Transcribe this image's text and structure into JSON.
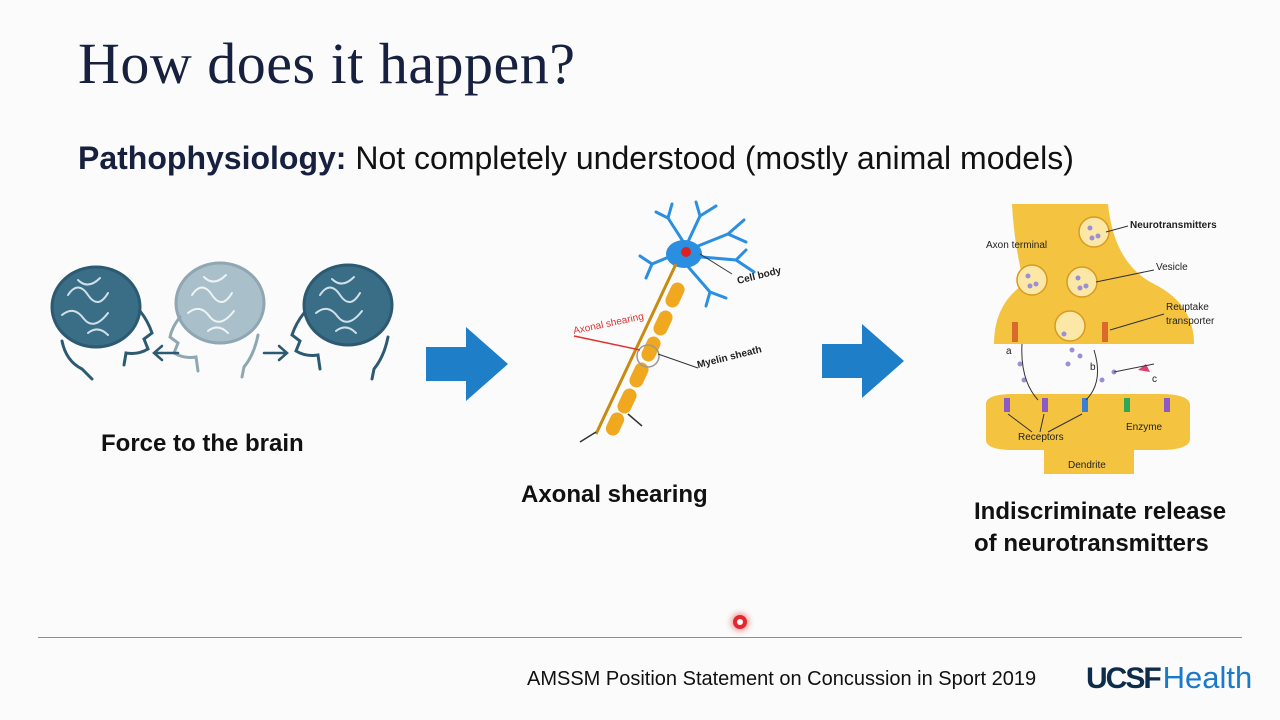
{
  "slide": {
    "title": "How does it happen?",
    "subtitle_bold": "Pathophysiology:",
    "subtitle_rest": " Not completely understood (mostly animal models)"
  },
  "stages": [
    {
      "caption": "Force to the brain"
    },
    {
      "caption": "Axonal shearing"
    },
    {
      "caption_line1": "Indiscriminate release",
      "caption_line2": "of neurotransmitters"
    }
  ],
  "neuron_labels": {
    "cell_body": "Cell body",
    "axonal_shearing": "Axonal shearing",
    "myelin_sheath": "Myelin sheath"
  },
  "synapse_labels": {
    "neurotransmitters": "Neurotransmitters",
    "axon_terminal": "Axon terminal",
    "vesicle": "Vesicle",
    "reuptake": "Reuptake",
    "transporter": "transporter",
    "a": "a",
    "b": "b",
    "c": "c",
    "receptors": "Receptors",
    "enzyme": "Enzyme",
    "dendrite": "Dendrite"
  },
  "footer": {
    "citation": "AMSSM Position Statement on Concussion in Sport 2019",
    "logo_ucsf": "UCSF",
    "logo_health": "Health"
  },
  "colors": {
    "title": "#17213f",
    "arrow": "#1e7ec8",
    "brain_dark": "#2c5a72",
    "brain_light": "#8fa7b3",
    "synapse": "#f4c441",
    "logo_blue": "#1a79c8"
  }
}
